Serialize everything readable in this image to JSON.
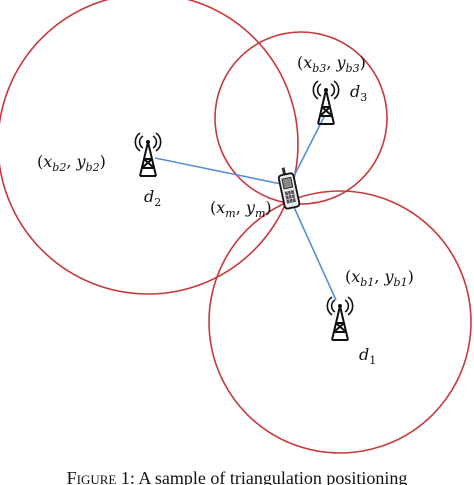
{
  "caption": {
    "label": "Figure 1:",
    "text": "A sample of triangulation positioning"
  },
  "colors": {
    "circle": "#c8383c",
    "link": "#5b8fd0",
    "ink": "#111111"
  },
  "mobile": {
    "name": "x",
    "sub": "m",
    "name2": "y",
    "sub2": "m"
  },
  "stations": [
    {
      "id": "b1",
      "name": "x",
      "sub": "b1",
      "name2": "y",
      "sub2": "b1",
      "dist": "d",
      "dist_sub": "1",
      "icon": "antenna-tower-icon"
    },
    {
      "id": "b2",
      "name": "x",
      "sub": "b2",
      "name2": "y",
      "sub2": "b2",
      "dist": "d",
      "dist_sub": "2",
      "icon": "antenna-tower-icon"
    },
    {
      "id": "b3",
      "name": "x",
      "sub": "b3",
      "name2": "y",
      "sub2": "b3",
      "dist": "d",
      "dist_sub": "3",
      "icon": "antenna-tower-icon"
    }
  ]
}
